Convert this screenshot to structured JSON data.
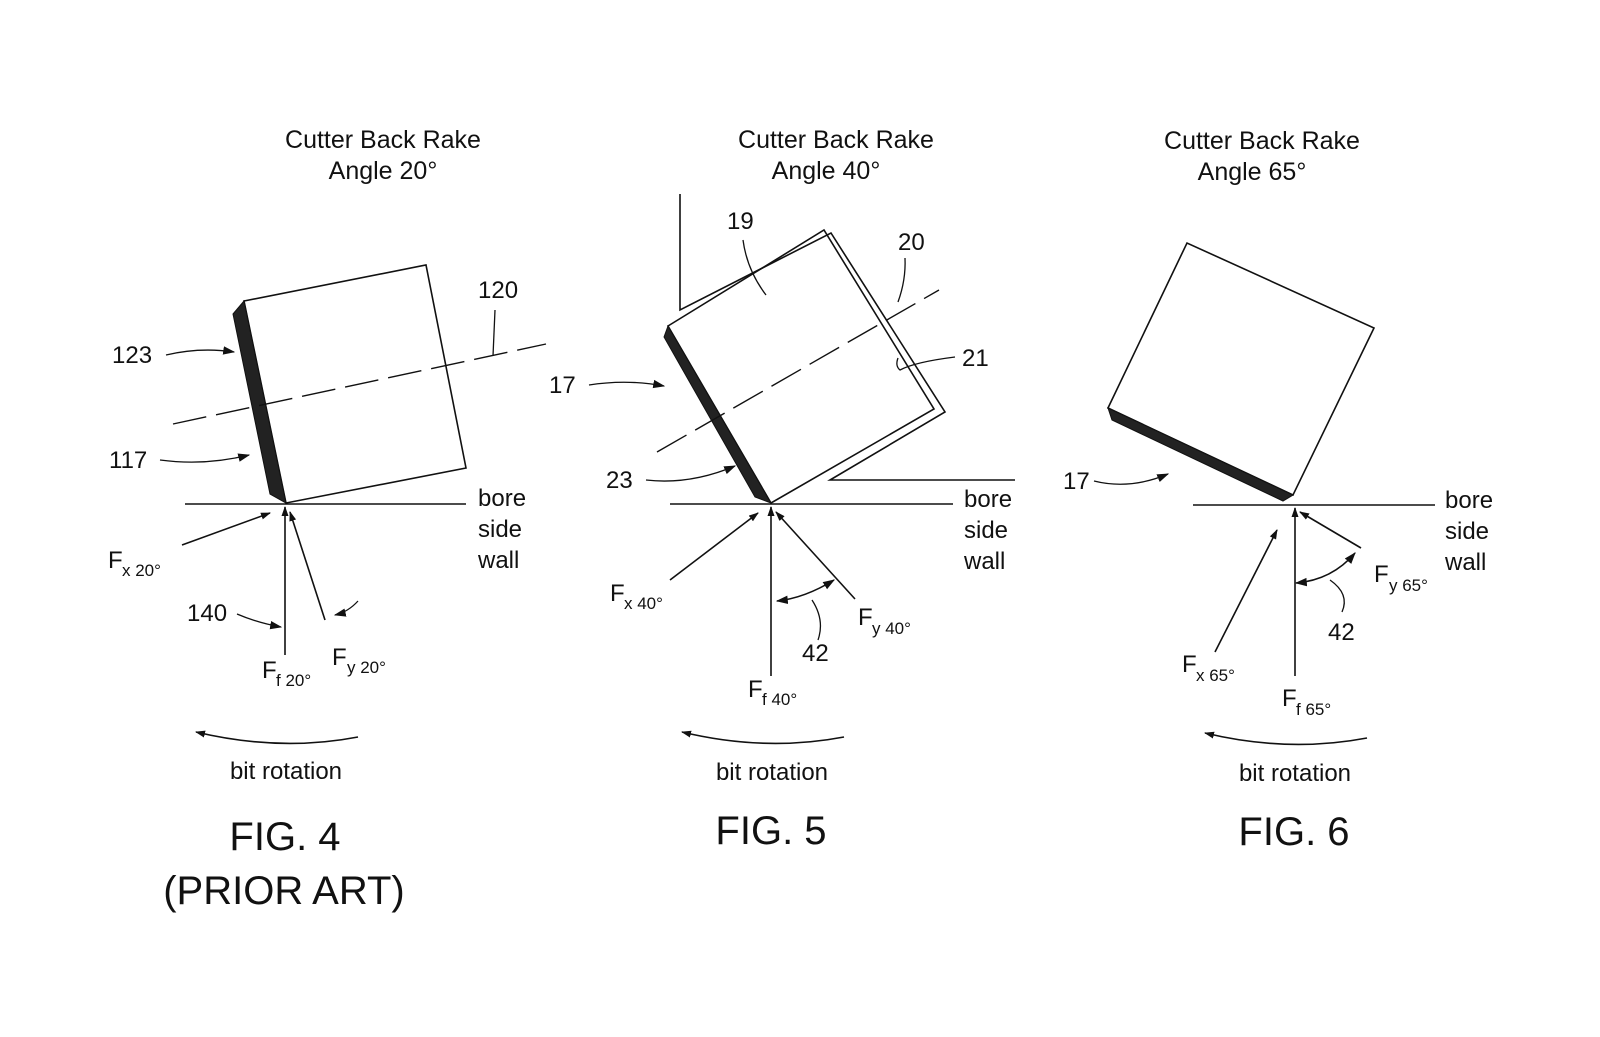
{
  "figures": [
    {
      "title_line1": "Cutter Back Rake",
      "title_line2": "Angle 20°",
      "refs": {
        "axis": "120",
        "face": "123",
        "table": "117",
        "force_ref": "140"
      },
      "forces": {
        "fx": "F",
        "fx_sub": "x 20°",
        "fy": "F",
        "fy_sub": "y 20°",
        "ff": "F",
        "ff_sub": "f 20°"
      },
      "wall": [
        "bore",
        "side",
        "wall"
      ],
      "rotation": "bit rotation",
      "fig_label": "FIG. 4",
      "fig_note": "(PRIOR ART)"
    },
    {
      "title_line1": "Cutter Back Rake",
      "title_line2": "Angle 40°",
      "refs": {
        "body": "19",
        "axis": "20",
        "pocket": "21",
        "face": "17",
        "table": "23",
        "angle": "42"
      },
      "forces": {
        "fx": "F",
        "fx_sub": "x 40°",
        "fy": "F",
        "fy_sub": "y 40°",
        "ff": "F",
        "ff_sub": "f 40°"
      },
      "wall": [
        "bore",
        "side",
        "wall"
      ],
      "rotation": "bit rotation",
      "fig_label": "FIG. 5"
    },
    {
      "title_line1": "Cutter Back Rake",
      "title_line2": "Angle 65°",
      "refs": {
        "face": "17",
        "angle": "42"
      },
      "forces": {
        "fx": "F",
        "fx_sub": "x 65°",
        "fy": "F",
        "fy_sub": "y 65°",
        "ff": "F",
        "ff_sub": "f 65°"
      },
      "wall": [
        "bore",
        "side",
        "wall"
      ],
      "rotation": "bit rotation",
      "fig_label": "FIG. 6"
    }
  ]
}
